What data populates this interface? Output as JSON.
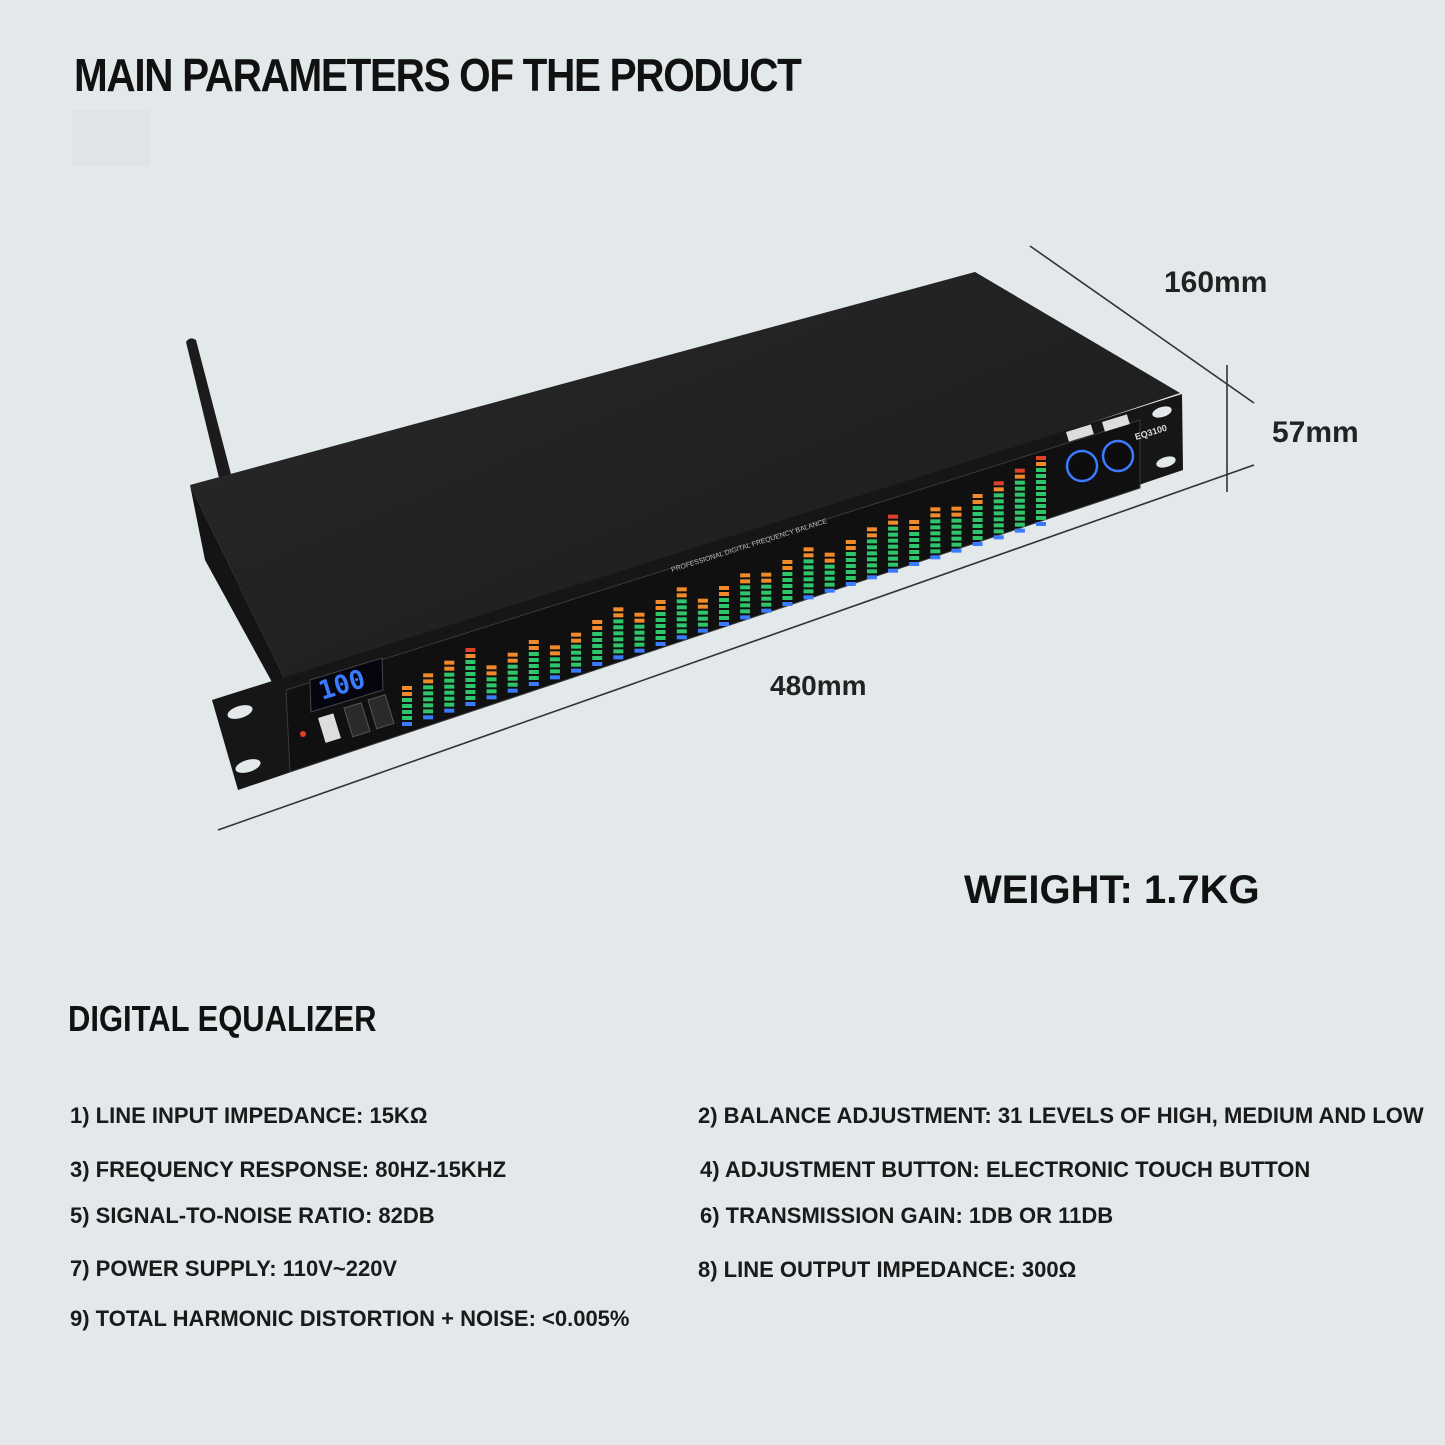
{
  "page": {
    "title": "MAIN PARAMETERS OF THE PRODUCT"
  },
  "dimensions": {
    "depth": "160mm",
    "height": "57mm",
    "width": "480mm"
  },
  "device": {
    "display_value": "100",
    "band_count": 31,
    "header_text": "PROFESSIONAL DIGITAL FREQUENCY BALANCE",
    "model": "EQ3100",
    "colors": {
      "body": "#1e1e1e",
      "green": "#2fc56b",
      "orange": "#f08a2a",
      "red": "#e0402a",
      "blue": "#3a7bff"
    }
  },
  "weight": "WEIGHT: 1.7KG",
  "section": {
    "title": "DIGITAL EQUALIZER"
  },
  "specs": [
    "1) LINE INPUT IMPEDANCE: 15KΩ",
    "2) BALANCE ADJUSTMENT: 31 LEVELS OF HIGH, MEDIUM AND LOW",
    "3) FREQUENCY RESPONSE: 80HZ-15KHZ",
    "4) ADJUSTMENT BUTTON: ELECTRONIC TOUCH BUTTON",
    "5) SIGNAL-TO-NOISE RATIO: 82DB",
    "6) TRANSMISSION GAIN: 1DB OR 11DB",
    "7) POWER SUPPLY: 110V~220V",
    "8) LINE OUTPUT IMPEDANCE: 300Ω",
    "9) TOTAL HARMONIC DISTORTION + NOISE: <0.005%"
  ]
}
